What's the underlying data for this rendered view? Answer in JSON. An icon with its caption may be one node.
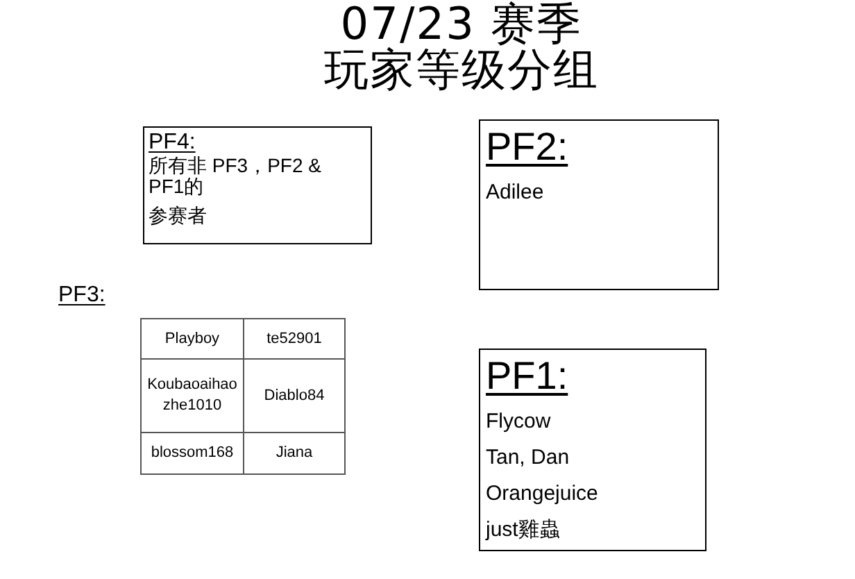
{
  "diagram": {
    "title": "07/23 赛季玩家等级分组",
    "nodes": [
      {
        "text": [
          "PF4:",
          "所有非 PF3，PF2 & PF1的",
          "参赛者"
        ]
      },
      {
        "text": [
          "PF2:",
          "Adilee"
        ]
      },
      {
        "text": [
          "PF3:",
          "Playboy",
          "te52901",
          "Koubaoaihao zhe1010",
          "Diablo84",
          "blossom168",
          "Jiana"
        ]
      },
      {
        "text": [
          "PF1:",
          "Flycow",
          "Tan, Dan",
          "Orangejuice",
          "just雞蟲"
        ]
      }
    ]
  }
}
